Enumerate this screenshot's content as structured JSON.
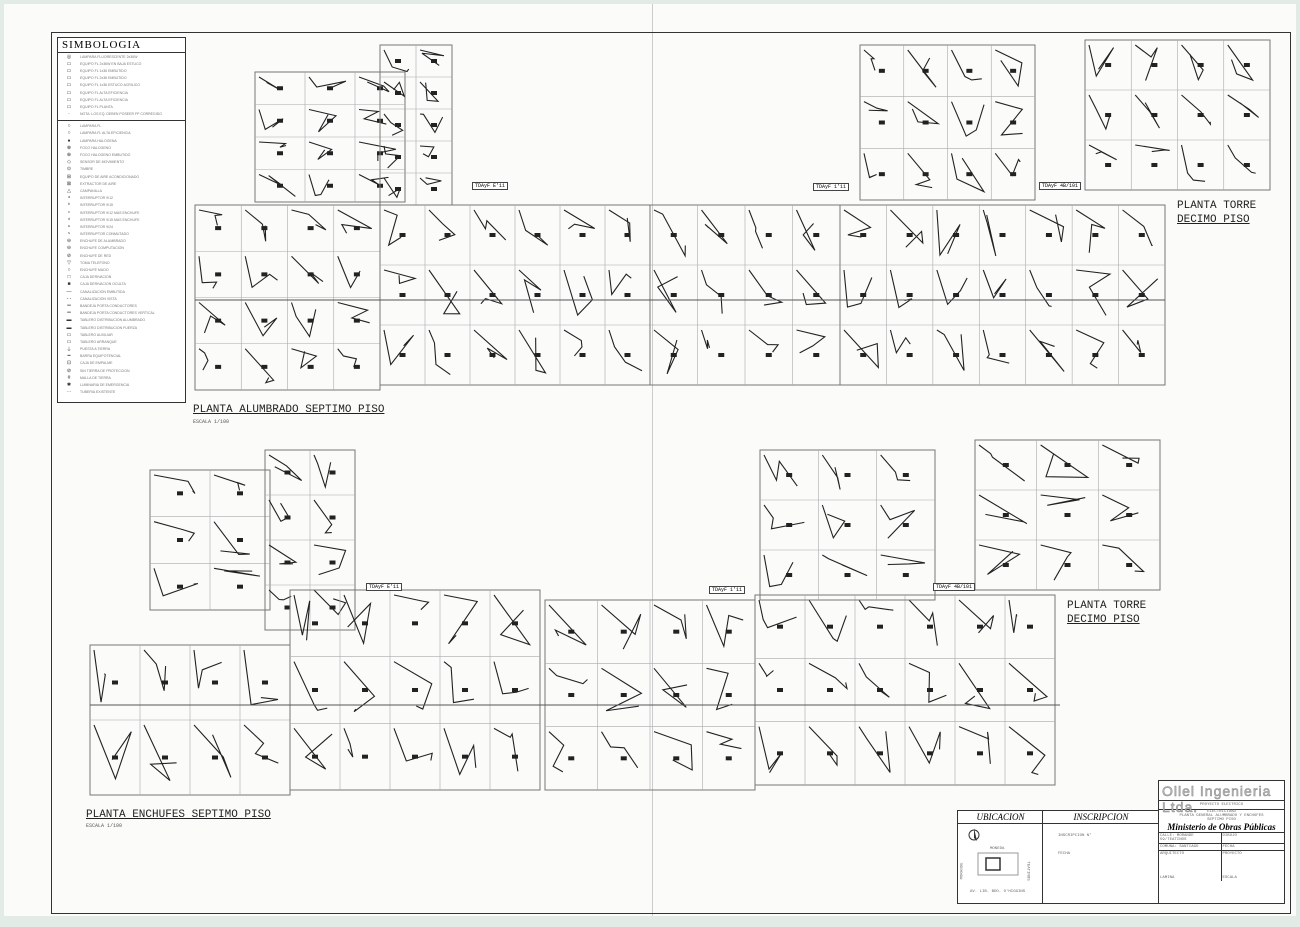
{
  "legend": {
    "title": "SIMBOLOGIA",
    "items": [
      "LAMPARA FLUORESCENTE 2x36W",
      "EQUIPO FL 2x36W EN BAJA ESTUCO",
      "EQUIPO FL 1x36 EMBUTIDO",
      "EQUIPO FL 2x36 EMBUTIDO",
      "EQUIPO FL 1x36 ESTUCO ACRILICO",
      "EQUIPO FL ALTA EFICIENCIA",
      "EQUIPO FL ALTA EFICIENCIA",
      "EQUIPO FL PLANTA",
      "NOTA: LOS EQ. DEBEN POSEER FP CORREGIDO",
      "LAMPARA FL",
      "LAMPARA FL ALTA EFICIENCIA",
      "LAMPARA HALOGENA",
      "FOCO HALOGENO",
      "FOCO HALOGENO EMBUTIDO",
      "SENSOR DE MOVIMIENTO",
      "TIMBRE",
      "EQUIPO DE AIRE ACONDICIONADO",
      "EXTRACTOR DE AIRE",
      "CAMPANILLA",
      "INTERRUPTOR 9/12",
      "INTERRUPTOR 9/15",
      "INTERRUPTOR 9/12 MAS ENCHUFE",
      "INTERRUPTOR 9/15 MAS ENCHUFE",
      "INTERRUPTOR 9/24",
      "INTERRUPTOR CONMUTADO",
      "ENCHUFE DE ALUMBRADO",
      "ENCHUFE COMPUTACION",
      "ENCHUFE DE RED",
      "TOMA TELEFONO",
      "ENCHUFE MUDO",
      "CAJA DERIVACION",
      "CAJA DERIVACION OCULTA",
      "CANALIZACION EMBUTIDA",
      "CANALIZACION VISTA",
      "BANDEJA PORTA CONDUCTORES",
      "BANDEJA PORTA CONDUCTORES VERTICAL",
      "TABLERO DISTRIBUCION ALUMBRADO",
      "TABLERO DISTRIBUCION FUERZA",
      "TABLERO AUXILIAR",
      "TABLERO ARRANQUE",
      "PUESTA A TIERRA",
      "BARRA EQUIPOTENCIAL",
      "CAJA DE EMPALME",
      "SIN TIERRA DE PROTECCION",
      "MALLA DE TIERRA",
      "LUMINARIA DE EMERGENCIA",
      "TUBERIA EXISTENTE"
    ]
  },
  "plans": {
    "top_left_title": "PLANTA ALUMBRADO SEPTIMO PISO",
    "top_left_scale": "ESCALA 1/100",
    "top_right_title_1": "PLANTA TORRE",
    "top_right_title_2": "DECIMO PISO",
    "bottom_left_title": "PLANTA ENCHUFES SEPTIMO PISO",
    "bottom_left_scale": "ESCALA 1/100",
    "bottom_right_title_1": "PLANTA TORRE",
    "bottom_right_title_2": "DECIMO PISO"
  },
  "tags": [
    "TDAyF E'11",
    "TDAyF 1'11",
    "TDAyF 4B/101",
    "TDAyF E'11",
    "TDAyF 1'11",
    "TDAyF 4B/101"
  ],
  "title_block": {
    "ubicacion": "UBICACION",
    "inscripcion": "INSCRIPCION",
    "street_top": "MONEDA",
    "street_left": "MORANDE",
    "street_right": "TEATINOS",
    "street_bottom": "AV. LIB. BDO. O'HIGGINS",
    "firm": "Ollel Ingenieria Ltda.",
    "firm_line": "PROYECTO ELECTRICO",
    "project_type": "ELECTRICIDAD",
    "project_desc": "PLANTA GENERAL ALUMBRADO Y ENCHUFES",
    "project_floor": "SEPTIMO PISO",
    "client": "Ministerio de Obras Públicas",
    "insc_1": "INSCRIPCION N°",
    "insc_2": "FECHA",
    "fields": [
      "CALLE: MORANDE 59/TEATINOS",
      "COMUNA: SANTIAGO",
      "ARQUITECTO",
      "DIBUJO",
      "FECHA",
      "PROYECTO",
      "LAMINA",
      "ESCALA"
    ]
  }
}
